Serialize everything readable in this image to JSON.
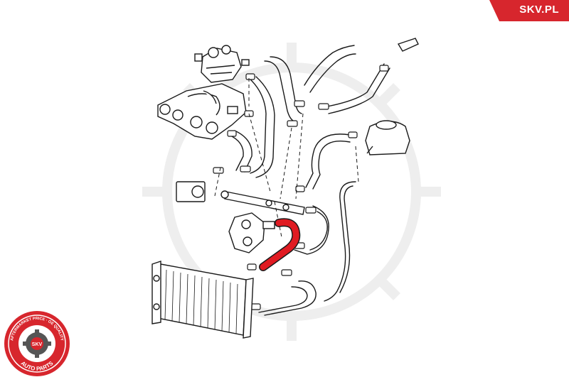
{
  "brand": {
    "name": "SKV.PL",
    "accent_color": "#d7262d"
  },
  "seal": {
    "ring_text_top": "AFTERMARKET PRICE · OE QUALITY",
    "ring_text_bottom": "AUTO PARTS",
    "center_text": "SKV",
    "color": "#d7262d"
  },
  "diagram": {
    "highlight_color": "#e01b22",
    "line_color": "#1a1a1a",
    "watermark_color": "#efefef",
    "highlighted_part": "radiator-hose"
  }
}
